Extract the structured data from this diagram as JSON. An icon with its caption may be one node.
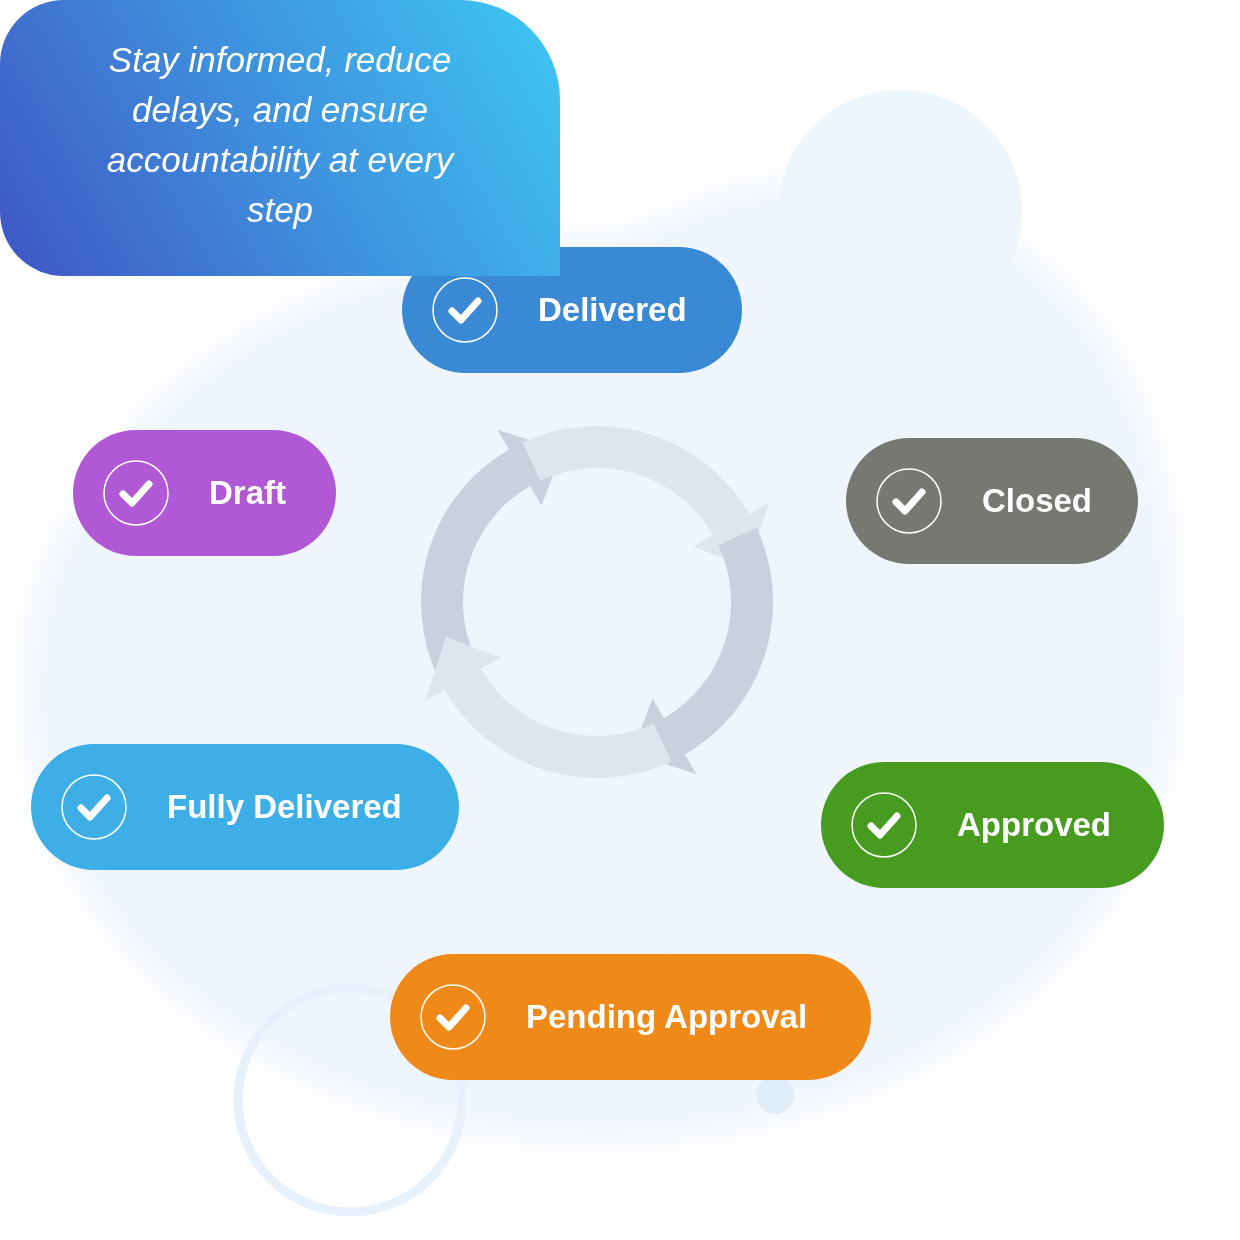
{
  "diagram": {
    "nodes": [
      {
        "text": [
          "Stay informed, reduce delays, and ensure accountability at every step"
        ]
      },
      {
        "text": [
          "Delivered"
        ]
      },
      {
        "text": [
          "Draft"
        ]
      },
      {
        "text": [
          "Closed"
        ]
      },
      {
        "text": [
          "Fully Delivered"
        ]
      },
      {
        "text": [
          "Approved"
        ]
      },
      {
        "text": [
          "Pending Approval"
        ]
      }
    ]
  }
}
